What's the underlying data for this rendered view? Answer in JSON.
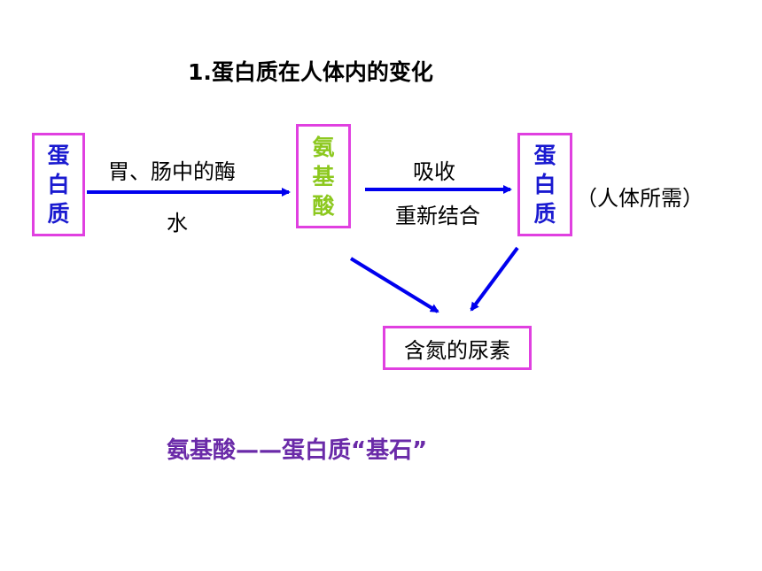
{
  "title": "1.蛋白质在人体内的变化",
  "nodes": {
    "protein_left": [
      "蛋",
      "白",
      "质"
    ],
    "amino_acid": [
      "氨",
      "基",
      "酸"
    ],
    "protein_right": [
      "蛋",
      "白",
      "质"
    ],
    "urea": "含氮的尿素"
  },
  "labels": {
    "digest_top": "胃、肠中的酶",
    "digest_bottom": "水",
    "absorb_top": "吸收",
    "absorb_bottom": "重新结合",
    "body_need": "（人体所需）"
  },
  "footer": "氨基酸——蛋白质“基石”",
  "colors": {
    "box_border": "#e040e0",
    "arrow": "#0000ee",
    "protein_text": "#1a1ad0",
    "amino_text": "#8cc81e",
    "footer_text": "#6a2aa8"
  }
}
